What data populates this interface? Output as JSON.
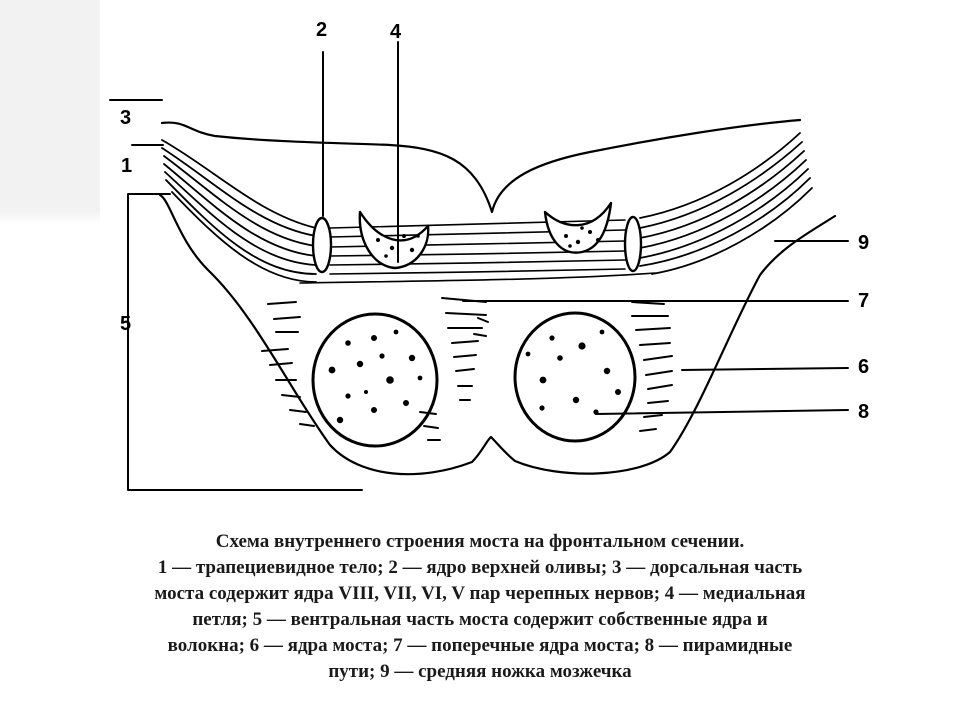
{
  "labels": {
    "l1": "1",
    "l2": "2",
    "l3": "3",
    "l4": "4",
    "l5": "5",
    "l6": "6",
    "l7": "7",
    "l8": "8",
    "l9": "9"
  },
  "caption": {
    "line1": "Схема внутреннего строения моста на фронтальном сечении.",
    "line2": "1 — трапециевидное тело; 2 — ядро верхней оливы; 3 — дорсальная часть",
    "line3": "моста содержит ядра VIII, VII, VI, V пар черепных нервов; 4 — медиальная",
    "line4": "петля; 5 — вентральная  часть моста содержит собственные ядра и",
    "line5": "волокна; 6 — ядра моста; 7 — поперечные ядра моста; 8 — пирамидные",
    "line6": "пути; 9 — средняя ножка мозжечка"
  }
}
